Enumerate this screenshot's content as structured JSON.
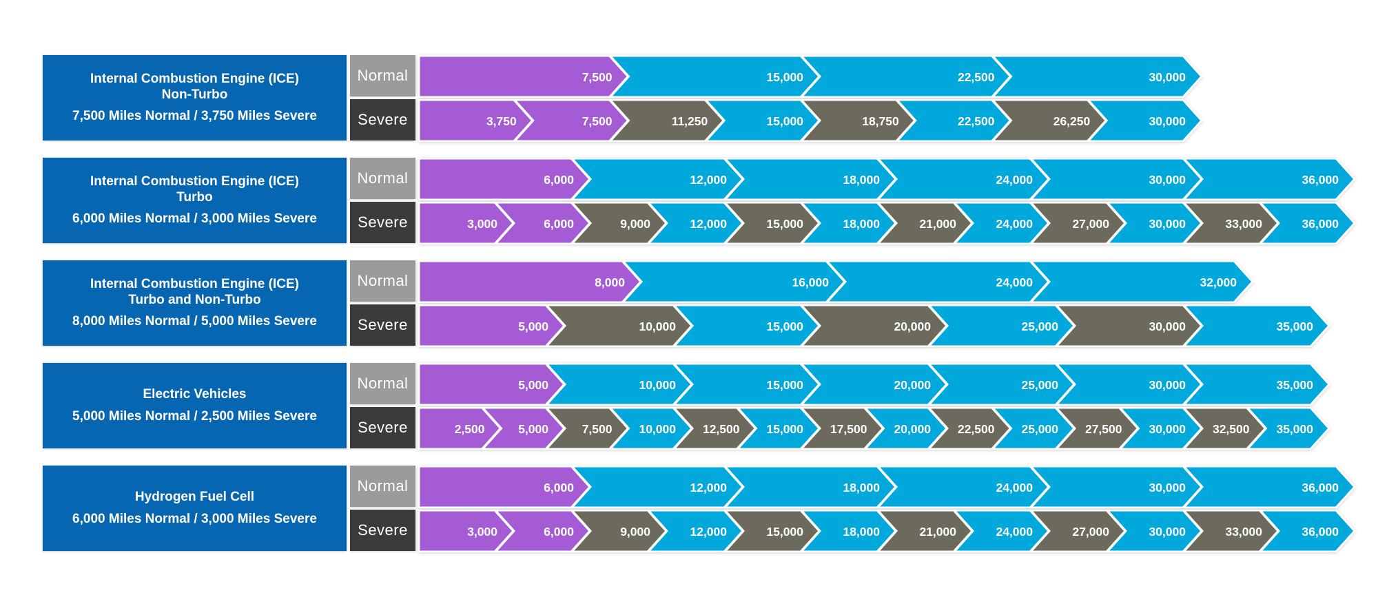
{
  "chart_data": {
    "type": "chevron_timeline",
    "x_unit": "miles",
    "x_max": 36000,
    "legend": {
      "normal_label": "Normal",
      "severe_label": "Severe"
    },
    "colors": {
      "info_blue": "#0766B1",
      "normal_gray": "#9B9A9D",
      "severe_dark": "#3B3B3D",
      "purple": "#A45BD3",
      "cyan": "#00A8DC",
      "olive": "#6C6A5C",
      "segment_outline": "#FFFFFF",
      "text": "#FFFFFF"
    },
    "rows": [
      {
        "title_lines": [
          "Internal Combustion Engine (ICE)",
          "Non-Turbo"
        ],
        "subtitle": "7,500 Miles Normal / 3,750 Miles Severe",
        "normal_interval_miles": 7500,
        "severe_interval_miles": 3750,
        "normal_segments": [
          {
            "miles": 7500,
            "label": "7,500",
            "color": "purple"
          },
          {
            "miles": 15000,
            "label": "15,000",
            "color": "cyan"
          },
          {
            "miles": 22500,
            "label": "22,500",
            "color": "cyan"
          },
          {
            "miles": 30000,
            "label": "30,000",
            "color": "cyan"
          }
        ],
        "severe_segments": [
          {
            "miles": 3750,
            "label": "3,750",
            "color": "purple"
          },
          {
            "miles": 7500,
            "label": "7,500",
            "color": "purple"
          },
          {
            "miles": 11250,
            "label": "11,250",
            "color": "olive"
          },
          {
            "miles": 15000,
            "label": "15,000",
            "color": "cyan"
          },
          {
            "miles": 18750,
            "label": "18,750",
            "color": "olive"
          },
          {
            "miles": 22500,
            "label": "22,500",
            "color": "cyan"
          },
          {
            "miles": 26250,
            "label": "26,250",
            "color": "olive"
          },
          {
            "miles": 30000,
            "label": "30,000",
            "color": "cyan"
          }
        ]
      },
      {
        "title_lines": [
          "Internal Combustion Engine (ICE)",
          "Turbo"
        ],
        "subtitle": "6,000 Miles Normal / 3,000 Miles Severe",
        "normal_interval_miles": 6000,
        "severe_interval_miles": 3000,
        "normal_segments": [
          {
            "miles": 6000,
            "label": "6,000",
            "color": "purple"
          },
          {
            "miles": 12000,
            "label": "12,000",
            "color": "cyan"
          },
          {
            "miles": 18000,
            "label": "18,000",
            "color": "cyan"
          },
          {
            "miles": 24000,
            "label": "24,000",
            "color": "cyan"
          },
          {
            "miles": 30000,
            "label": "30,000",
            "color": "cyan"
          },
          {
            "miles": 36000,
            "label": "36,000",
            "color": "cyan"
          }
        ],
        "severe_segments": [
          {
            "miles": 3000,
            "label": "3,000",
            "color": "purple"
          },
          {
            "miles": 6000,
            "label": "6,000",
            "color": "purple"
          },
          {
            "miles": 9000,
            "label": "9,000",
            "color": "olive"
          },
          {
            "miles": 12000,
            "label": "12,000",
            "color": "cyan"
          },
          {
            "miles": 15000,
            "label": "15,000",
            "color": "olive"
          },
          {
            "miles": 18000,
            "label": "18,000",
            "color": "cyan"
          },
          {
            "miles": 21000,
            "label": "21,000",
            "color": "olive"
          },
          {
            "miles": 24000,
            "label": "24,000",
            "color": "cyan"
          },
          {
            "miles": 27000,
            "label": "27,000",
            "color": "olive"
          },
          {
            "miles": 30000,
            "label": "30,000",
            "color": "cyan"
          },
          {
            "miles": 33000,
            "label": "33,000",
            "color": "olive"
          },
          {
            "miles": 36000,
            "label": "36,000",
            "color": "cyan"
          }
        ]
      },
      {
        "title_lines": [
          "Internal Combustion Engine (ICE)",
          "Turbo and Non-Turbo"
        ],
        "subtitle": "8,000 Miles Normal / 5,000 Miles Severe",
        "normal_interval_miles": 8000,
        "severe_interval_miles": 5000,
        "normal_segments": [
          {
            "miles": 8000,
            "label": "8,000",
            "color": "purple"
          },
          {
            "miles": 16000,
            "label": "16,000",
            "color": "cyan"
          },
          {
            "miles": 24000,
            "label": "24,000",
            "color": "cyan"
          },
          {
            "miles": 32000,
            "label": "32,000",
            "color": "cyan"
          }
        ],
        "severe_segments": [
          {
            "miles": 5000,
            "label": "5,000",
            "color": "purple"
          },
          {
            "miles": 10000,
            "label": "10,000",
            "color": "olive"
          },
          {
            "miles": 15000,
            "label": "15,000",
            "color": "cyan"
          },
          {
            "miles": 20000,
            "label": "20,000",
            "color": "olive"
          },
          {
            "miles": 25000,
            "label": "25,000",
            "color": "cyan"
          },
          {
            "miles": 30000,
            "label": "30,000",
            "color": "olive"
          },
          {
            "miles": 35000,
            "label": "35,000",
            "color": "cyan"
          }
        ]
      },
      {
        "title_lines": [
          "Electric Vehicles"
        ],
        "subtitle": "5,000 Miles Normal / 2,500 Miles Severe",
        "normal_interval_miles": 5000,
        "severe_interval_miles": 2500,
        "normal_segments": [
          {
            "miles": 5000,
            "label": "5,000",
            "color": "purple"
          },
          {
            "miles": 10000,
            "label": "10,000",
            "color": "cyan"
          },
          {
            "miles": 15000,
            "label": "15,000",
            "color": "cyan"
          },
          {
            "miles": 20000,
            "label": "20,000",
            "color": "cyan"
          },
          {
            "miles": 25000,
            "label": "25,000",
            "color": "cyan"
          },
          {
            "miles": 30000,
            "label": "30,000",
            "color": "cyan"
          },
          {
            "miles": 35000,
            "label": "35,000",
            "color": "cyan"
          }
        ],
        "severe_segments": [
          {
            "miles": 2500,
            "label": "2,500",
            "color": "purple"
          },
          {
            "miles": 5000,
            "label": "5,000",
            "color": "purple"
          },
          {
            "miles": 7500,
            "label": "7,500",
            "color": "olive"
          },
          {
            "miles": 10000,
            "label": "10,000",
            "color": "cyan"
          },
          {
            "miles": 12500,
            "label": "12,500",
            "color": "olive"
          },
          {
            "miles": 15000,
            "label": "15,000",
            "color": "cyan"
          },
          {
            "miles": 17500,
            "label": "17,500",
            "color": "olive"
          },
          {
            "miles": 20000,
            "label": "20,000",
            "color": "cyan"
          },
          {
            "miles": 22500,
            "label": "22,500",
            "color": "olive"
          },
          {
            "miles": 25000,
            "label": "25,000",
            "color": "cyan"
          },
          {
            "miles": 27500,
            "label": "27,500",
            "color": "olive"
          },
          {
            "miles": 30000,
            "label": "30,000",
            "color": "cyan"
          },
          {
            "miles": 32500,
            "label": "32,500",
            "color": "olive"
          },
          {
            "miles": 35000,
            "label": "35,000",
            "color": "cyan"
          }
        ]
      },
      {
        "title_lines": [
          "Hydrogen Fuel Cell"
        ],
        "subtitle": "6,000 Miles Normal / 3,000 Miles Severe",
        "normal_interval_miles": 6000,
        "severe_interval_miles": 3000,
        "normal_segments": [
          {
            "miles": 6000,
            "label": "6,000",
            "color": "purple"
          },
          {
            "miles": 12000,
            "label": "12,000",
            "color": "cyan"
          },
          {
            "miles": 18000,
            "label": "18,000",
            "color": "cyan"
          },
          {
            "miles": 24000,
            "label": "24,000",
            "color": "cyan"
          },
          {
            "miles": 30000,
            "label": "30,000",
            "color": "cyan"
          },
          {
            "miles": 36000,
            "label": "36,000",
            "color": "cyan"
          }
        ],
        "severe_segments": [
          {
            "miles": 3000,
            "label": "3,000",
            "color": "purple"
          },
          {
            "miles": 6000,
            "label": "6,000",
            "color": "purple"
          },
          {
            "miles": 9000,
            "label": "9,000",
            "color": "olive"
          },
          {
            "miles": 12000,
            "label": "12,000",
            "color": "cyan"
          },
          {
            "miles": 15000,
            "label": "15,000",
            "color": "olive"
          },
          {
            "miles": 18000,
            "label": "18,000",
            "color": "cyan"
          },
          {
            "miles": 21000,
            "label": "21,000",
            "color": "olive"
          },
          {
            "miles": 24000,
            "label": "24,000",
            "color": "cyan"
          },
          {
            "miles": 27000,
            "label": "27,000",
            "color": "olive"
          },
          {
            "miles": 30000,
            "label": "30,000",
            "color": "cyan"
          },
          {
            "miles": 33000,
            "label": "33,000",
            "color": "olive"
          },
          {
            "miles": 36000,
            "label": "36,000",
            "color": "cyan"
          }
        ]
      }
    ]
  }
}
